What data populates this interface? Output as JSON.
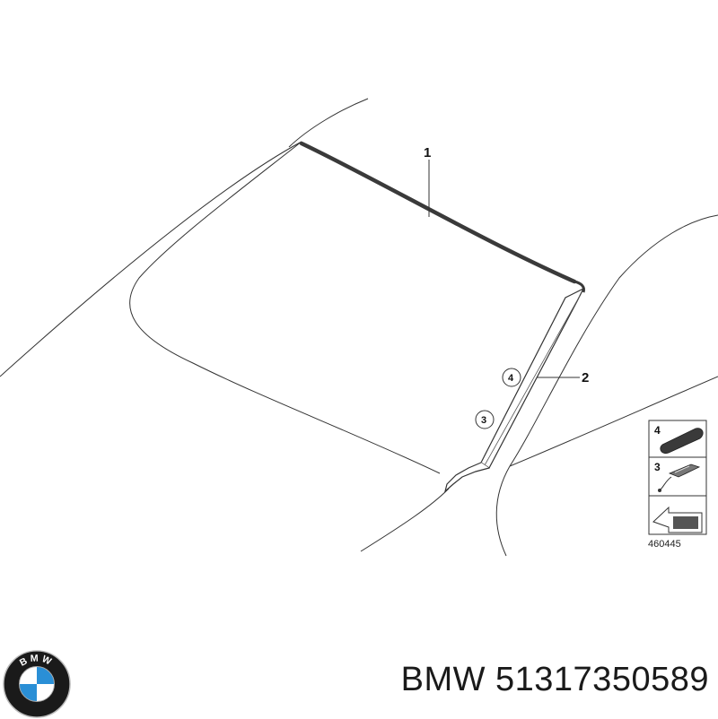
{
  "diagram": {
    "callouts": {
      "one": "1",
      "two": "2",
      "three": "3",
      "four": "4"
    },
    "legend": {
      "item_four": "4",
      "item_three": "3"
    },
    "reference_code": "460445"
  },
  "footer": {
    "brand": "BMW",
    "part_number": "51317350589",
    "label": "BMW 51317350589"
  },
  "logo": {
    "text": "BMW",
    "colors": {
      "ring": "#1a1a1a",
      "blue": "#2a8fd6",
      "white": "#ffffff"
    }
  },
  "colors": {
    "line": "#333333",
    "trim": "#4a4a4a",
    "background": "#ffffff"
  }
}
